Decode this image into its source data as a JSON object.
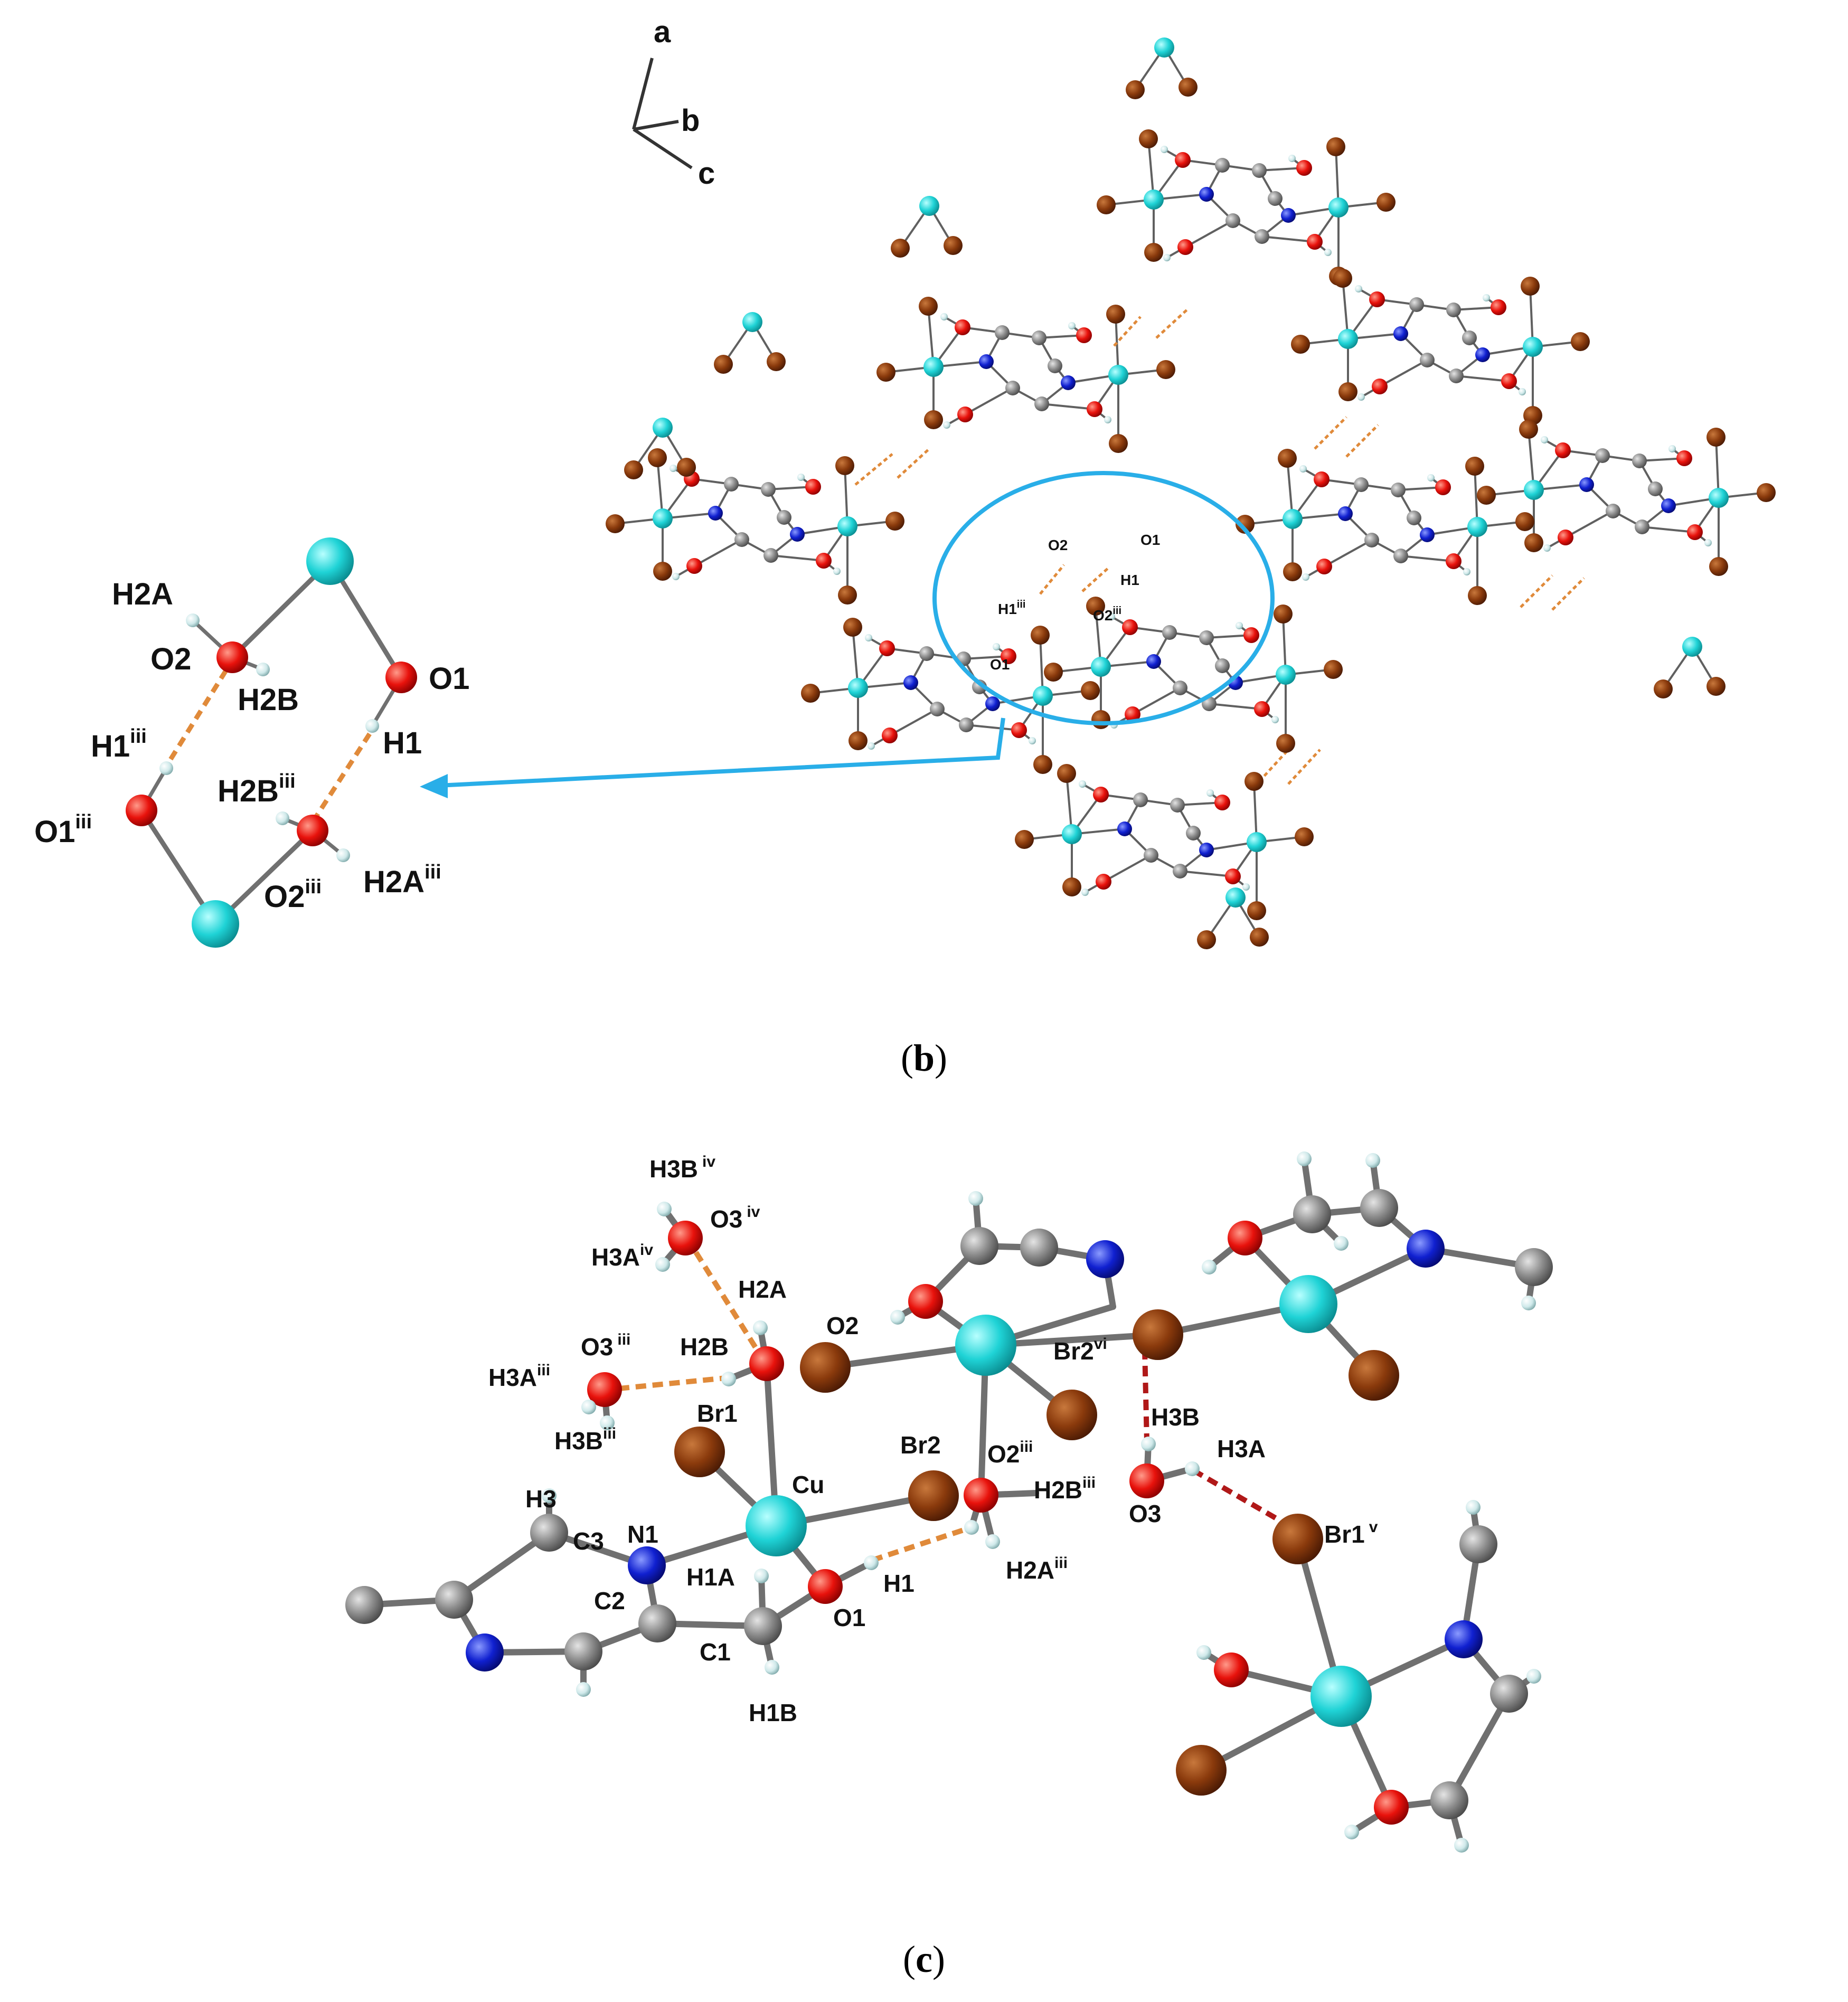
{
  "figure": {
    "panel_b_caption": {
      "open": "(",
      "letter": "b",
      "close": ")"
    },
    "panel_c_caption": {
      "open": "(",
      "letter": "c",
      "close": ")"
    }
  },
  "axes": {
    "a": "a",
    "b": "b",
    "c": "c"
  },
  "inset_b": {
    "labels": {
      "H2A": "H2A",
      "O2": "O2",
      "H2B": "H2B",
      "O1": "O1",
      "H1iii_base": "H1",
      "H1iii_sup": "iii",
      "H1": "H1",
      "H2Biii_base": "H2B",
      "H2Biii_sup": "iii",
      "O1iii_base": "O1",
      "O1iii_sup": "iii",
      "O2iii_base": "O2",
      "O2iii_sup": "iii",
      "H2Aiii_base": "H2A",
      "H2Aiii_sup": "iii"
    }
  },
  "lattice_b": {
    "labels": {
      "O2": "O2",
      "O1_top": "O1",
      "H1iii_base": "H1",
      "H1iii_sup": "iii",
      "H1": "H1",
      "O2iii_base": "O2",
      "O2iii_sup": "iii",
      "O1_bottom": "O1"
    }
  },
  "panel_c": {
    "labels": {
      "H3Biv_base": "H3B",
      "H3Biv_sup": "iv",
      "O3iv_base": "O3",
      "O3iv_sup": "iv",
      "H3Aiv_base": "H3A",
      "H3Aiv_sup": "iv",
      "H2A": "H2A",
      "O2": "O2",
      "H3Aiii_base": "H3A",
      "H3Aiii_sup": "iii",
      "O3iii_base": "O3",
      "O3iii_sup": "iii",
      "H2B": "H2B",
      "H3Biii_base": "H3B",
      "H3Biii_sup": "iii",
      "Br1": "Br1",
      "Br2": "Br2",
      "Cu": "Cu",
      "Br2vi_base": "Br2",
      "Br2vi_sup": "vi",
      "H3B": "H3B",
      "H3A": "H3A",
      "O2iii_base": "O2",
      "O2iii_sup": "iii",
      "H2Biii_base": "H2B",
      "H2Biii_sup": "iii",
      "O3": "O3",
      "Br1v_base": "Br1",
      "Br1v_sup": "v",
      "H3": "H3",
      "C3": "C3",
      "N1": "N1",
      "C2": "C2",
      "H1A": "H1A",
      "H1": "H1",
      "O1": "O1",
      "H2Aiii_base": "H2A",
      "H2Aiii_sup": "iii",
      "C1": "C1",
      "H1B": "H1B"
    }
  },
  "colors": {
    "copper": "#1fd3d6",
    "bromine": "#8a3a0c",
    "oxygen": "#e8120c",
    "nitrogen": "#1020d0",
    "carbon": "#8c8c8c",
    "hydrogen": "#cfe9ea",
    "bond": "#707070",
    "hbond_orange": "#e08a3a",
    "hbond_red": "#b01818",
    "highlight": "#29aee8"
  }
}
